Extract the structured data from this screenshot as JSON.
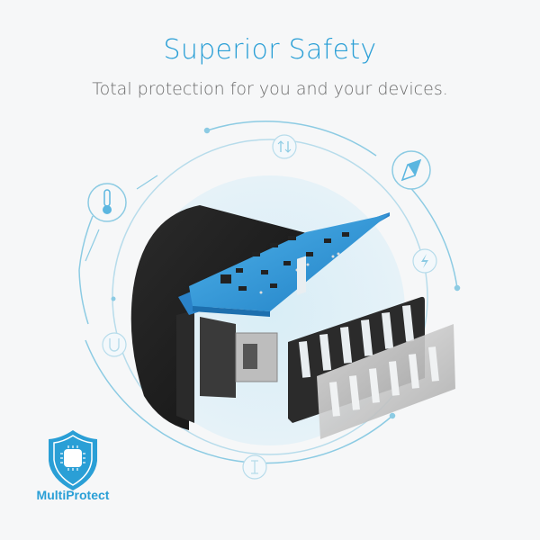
{
  "header": {
    "title": "Superior Safety",
    "subtitle": "Total protection for you and your devices."
  },
  "badge": {
    "label": "MultiProtect",
    "icon": "shield-chip-icon"
  },
  "feature_icons": [
    {
      "name": "thermometer-icon",
      "meaning": "temperature control"
    },
    {
      "name": "current-flow-icon",
      "meaning": "current regulation"
    },
    {
      "name": "compass-icon",
      "meaning": "surge protection"
    },
    {
      "name": "lightning-icon",
      "meaning": "short circuit protection"
    },
    {
      "name": "magnet-u-icon",
      "meaning": "EMI protection"
    },
    {
      "name": "voltage-i-icon",
      "meaning": "over-voltage protection"
    }
  ],
  "colors": {
    "accent": "#2a9fd6",
    "ring": "#8ccbe3",
    "background": "#f6f7f8",
    "pcb": "#3a9ad9",
    "housing": "#1e1e1e"
  }
}
